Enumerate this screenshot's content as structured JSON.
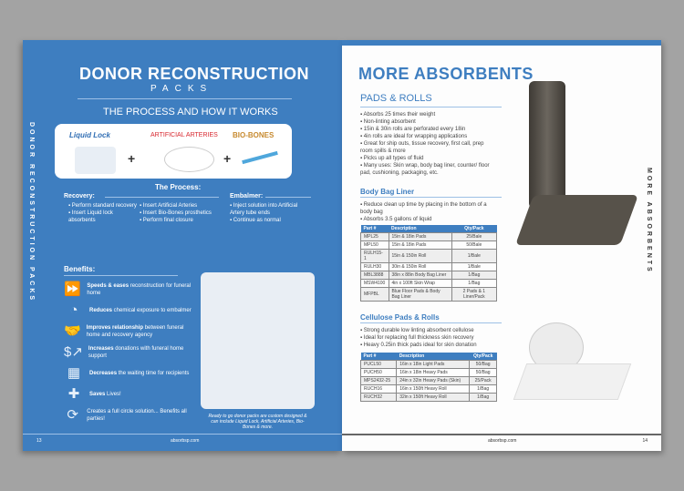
{
  "left": {
    "side_label": "DONOR RECONSTRUCTION PACKS",
    "title": "DONOR RECONSTRUCTION",
    "subtitle": "PACKS",
    "process_heading": "THE PROCESS AND HOW IT WORKS",
    "products": [
      "Liquid Lock",
      "ARTIFICIAL ARTERIES",
      "BIO-BONES"
    ],
    "the_process": "The Process:",
    "recovery": {
      "title": "Recovery:",
      "col1": [
        "Perform standard recovery",
        "Insert Liquid lock absorbents"
      ],
      "col2": [
        "Insert Artificial Arteries",
        "Insert Bio-Bones prosthetics",
        "Perform final closure"
      ]
    },
    "embalmer": {
      "title": "Embalmer:",
      "items": [
        "Inject solution into Artificial Artery tube ends",
        "Continue as normal"
      ]
    },
    "benefits_title": "Benefits:",
    "benefits": [
      {
        "icon": "fast-forward-icon",
        "bold": "Speeds & eases",
        "text": " reconstruction for funeral home"
      },
      {
        "icon": "clock-icon",
        "bold": "Reduces",
        "text": " chemical exposure to embalmer"
      },
      {
        "icon": "handshake-icon",
        "bold": "Improves relationship",
        "text": " between funeral home and recovery agency"
      },
      {
        "icon": "dollar-arrow-icon",
        "bold": "Increases",
        "text": " donations with funeral home support"
      },
      {
        "icon": "calendar-icon",
        "bold": "Decreases",
        "text": " the waiting time for recipients"
      },
      {
        "icon": "cross-icon",
        "bold": "Saves",
        "text": " Lives!"
      },
      {
        "icon": "recycle-icon",
        "bold": "",
        "text": "Creates a full circle solution... Benefits all parties!"
      }
    ],
    "caption": "Ready to go donor packs are custom designed & can include Liquid Lock, Artificial Arteries, Bio-Bones & more.",
    "page_number": "13",
    "footer_url": "absorbsp.com"
  },
  "right": {
    "side_label": "MORE ABSORBENTS",
    "title": "MORE ABSORBENTS",
    "pads_title": "PADS & ROLLS",
    "pads_bullets": [
      "Absorbs 25 times their weight",
      "Non-linting absorbent",
      "15in & 30in rolls are perforated every 18in",
      "4in rolls are ideal for wrapping applications",
      "Great for ship outs, tissue recovery, first call, prep room spills & more",
      "Picks up all types of fluid",
      "Many uses: Skin wrap, body bag liner, counter/ floor pad, cushioning, packaging, etc."
    ],
    "liner_title": "Body Bag Liner",
    "liner_bullets": [
      "Reduce clean up time by placing in the bottom of a body bag",
      "Absorbs 3.5 gallons of liquid"
    ],
    "headers": [
      "Part #",
      "Description",
      "Qty/Pack"
    ],
    "table1": [
      [
        "MPL25",
        "15in & 18in Pads",
        "25/Bale"
      ],
      [
        "MPL50",
        "15in & 18in Pads",
        "50/Bale"
      ],
      [
        "RULH15-1",
        "15in & 150in Roll",
        "1/Bale"
      ],
      [
        "RULH30",
        "30in & 150in Roll",
        "1/Bale"
      ],
      [
        "MBL3888",
        "38in x 88in Body Bag Liner",
        "1/Bag"
      ],
      [
        "MSW4100",
        "4in x 100ft Skin Wrap",
        "1/Bag"
      ],
      [
        "MFPBL",
        "Blue Floor Pads & Body Bag Liner",
        "2 Pads & 1 Liner/Pack"
      ]
    ],
    "cell_title": "Cellulose Pads & Rolls",
    "cell_bullets": [
      "Strong durable low linting absorbent cellulose",
      "Ideal for replacing full thickness skin recovery",
      "Heavy 0.25in thick pads ideal for skin donation"
    ],
    "table2": [
      [
        "PUCL50",
        "16in x 18in Light Pads",
        "50/Bag"
      ],
      [
        "PUCH50",
        "16in x 18in Heavy Pads",
        "50/Bag"
      ],
      [
        "MPS2432-25",
        "24in x 32in Heavy Pads (Skin)",
        "25/Pack"
      ],
      [
        "RUCH16",
        "16in x 150ft Heavy Roll",
        "1/Bag"
      ],
      [
        "RUCH32",
        "32in x 150ft Heavy Roll",
        "1/Bag"
      ]
    ],
    "page_number": "14",
    "footer_url": "absorbsp.com"
  }
}
